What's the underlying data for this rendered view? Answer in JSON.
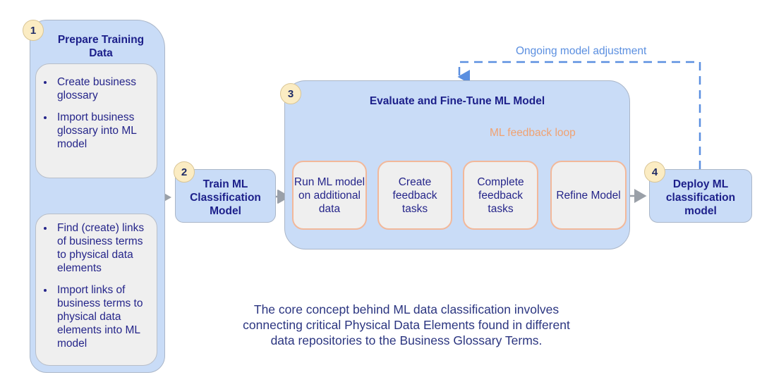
{
  "stages": [
    {
      "number": "1",
      "title": "Prepare Training Data",
      "groups": [
        [
          "Create business glossary",
          "Import business glossary into ML model"
        ],
        [
          "Find (create) links of business terms to physical data elements",
          "Import links of business terms to physical data elements into ML model"
        ]
      ]
    },
    {
      "number": "2",
      "title": "Train ML Classification Model"
    },
    {
      "number": "3",
      "title": "Evaluate and Fine-Tune ML Model",
      "tasks": [
        "Run ML model on additional data",
        "Create feedback tasks",
        "Complete feedback tasks",
        "Refine Model"
      ],
      "loop_label": "ML feedback loop"
    },
    {
      "number": "4",
      "title": "Deploy ML classification model"
    }
  ],
  "outer_loop_label": "Ongoing model adjustment",
  "caption": "The core concept behind ML data classification involves connecting critical Physical Data Elements found in different data repositories to the Business Glossary Terms.",
  "colors": {
    "stage_fill": "#c9dcf7",
    "badge_fill": "#fbecc3",
    "task_border": "#f2b89a",
    "feedback_loop": "#f0a272",
    "adjustment_loop": "#5b8fe0",
    "title_text": "#1c1f8a",
    "arrow": "#9aa0a8"
  }
}
